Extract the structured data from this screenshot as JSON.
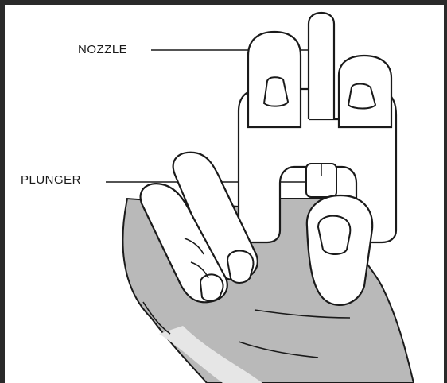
{
  "figure": {
    "callouts": [
      {
        "id": "nozzle",
        "text": "NOZZLE"
      },
      {
        "id": "plunger",
        "text": "PLUNGER"
      }
    ],
    "colors": {
      "outline": "#1a1a1a",
      "skin_shade": "#b9b9b9",
      "device_fill": "#ffffff",
      "border": "#2a2a2a"
    }
  }
}
